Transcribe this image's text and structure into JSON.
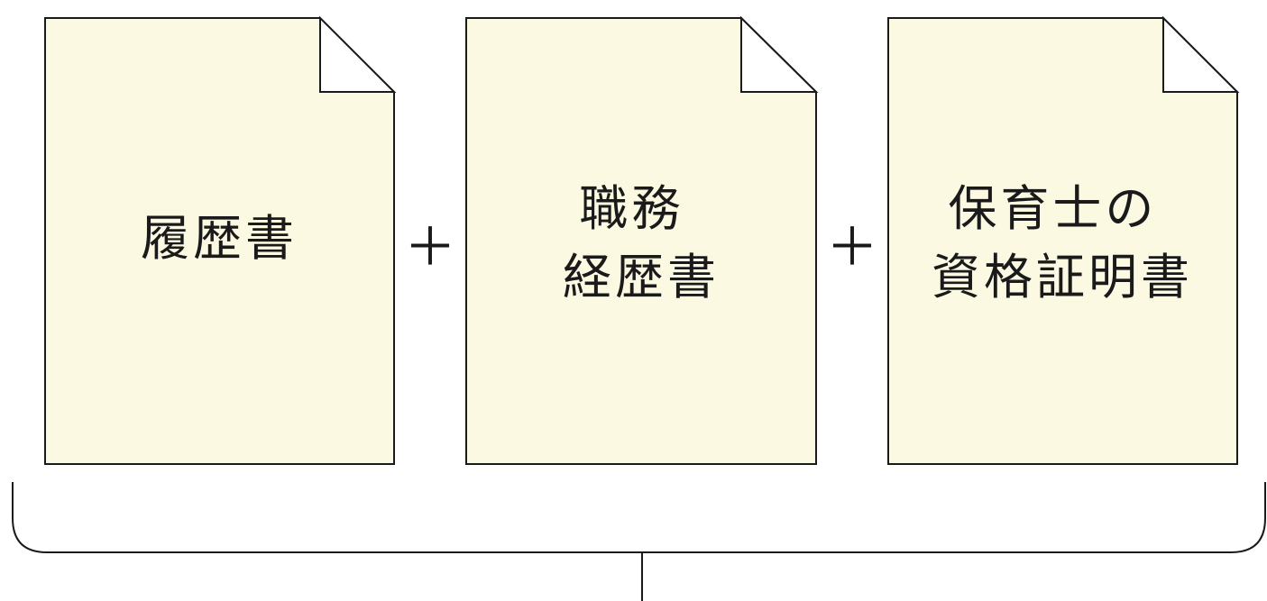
{
  "documents": [
    {
      "lines": [
        "履歴書"
      ]
    },
    {
      "lines": [
        "職務",
        "経歴書"
      ]
    },
    {
      "lines": [
        "保育士の",
        "資格証明書"
      ]
    }
  ],
  "operators": [
    "＋",
    "＋"
  ],
  "colors": {
    "document_fill": "#fcf9e3",
    "stroke": "#1a1a1a",
    "fold_fill": "#ffffff"
  },
  "icons": {
    "document": "document-icon",
    "plus": "plus-icon",
    "brace": "brace-connector"
  }
}
